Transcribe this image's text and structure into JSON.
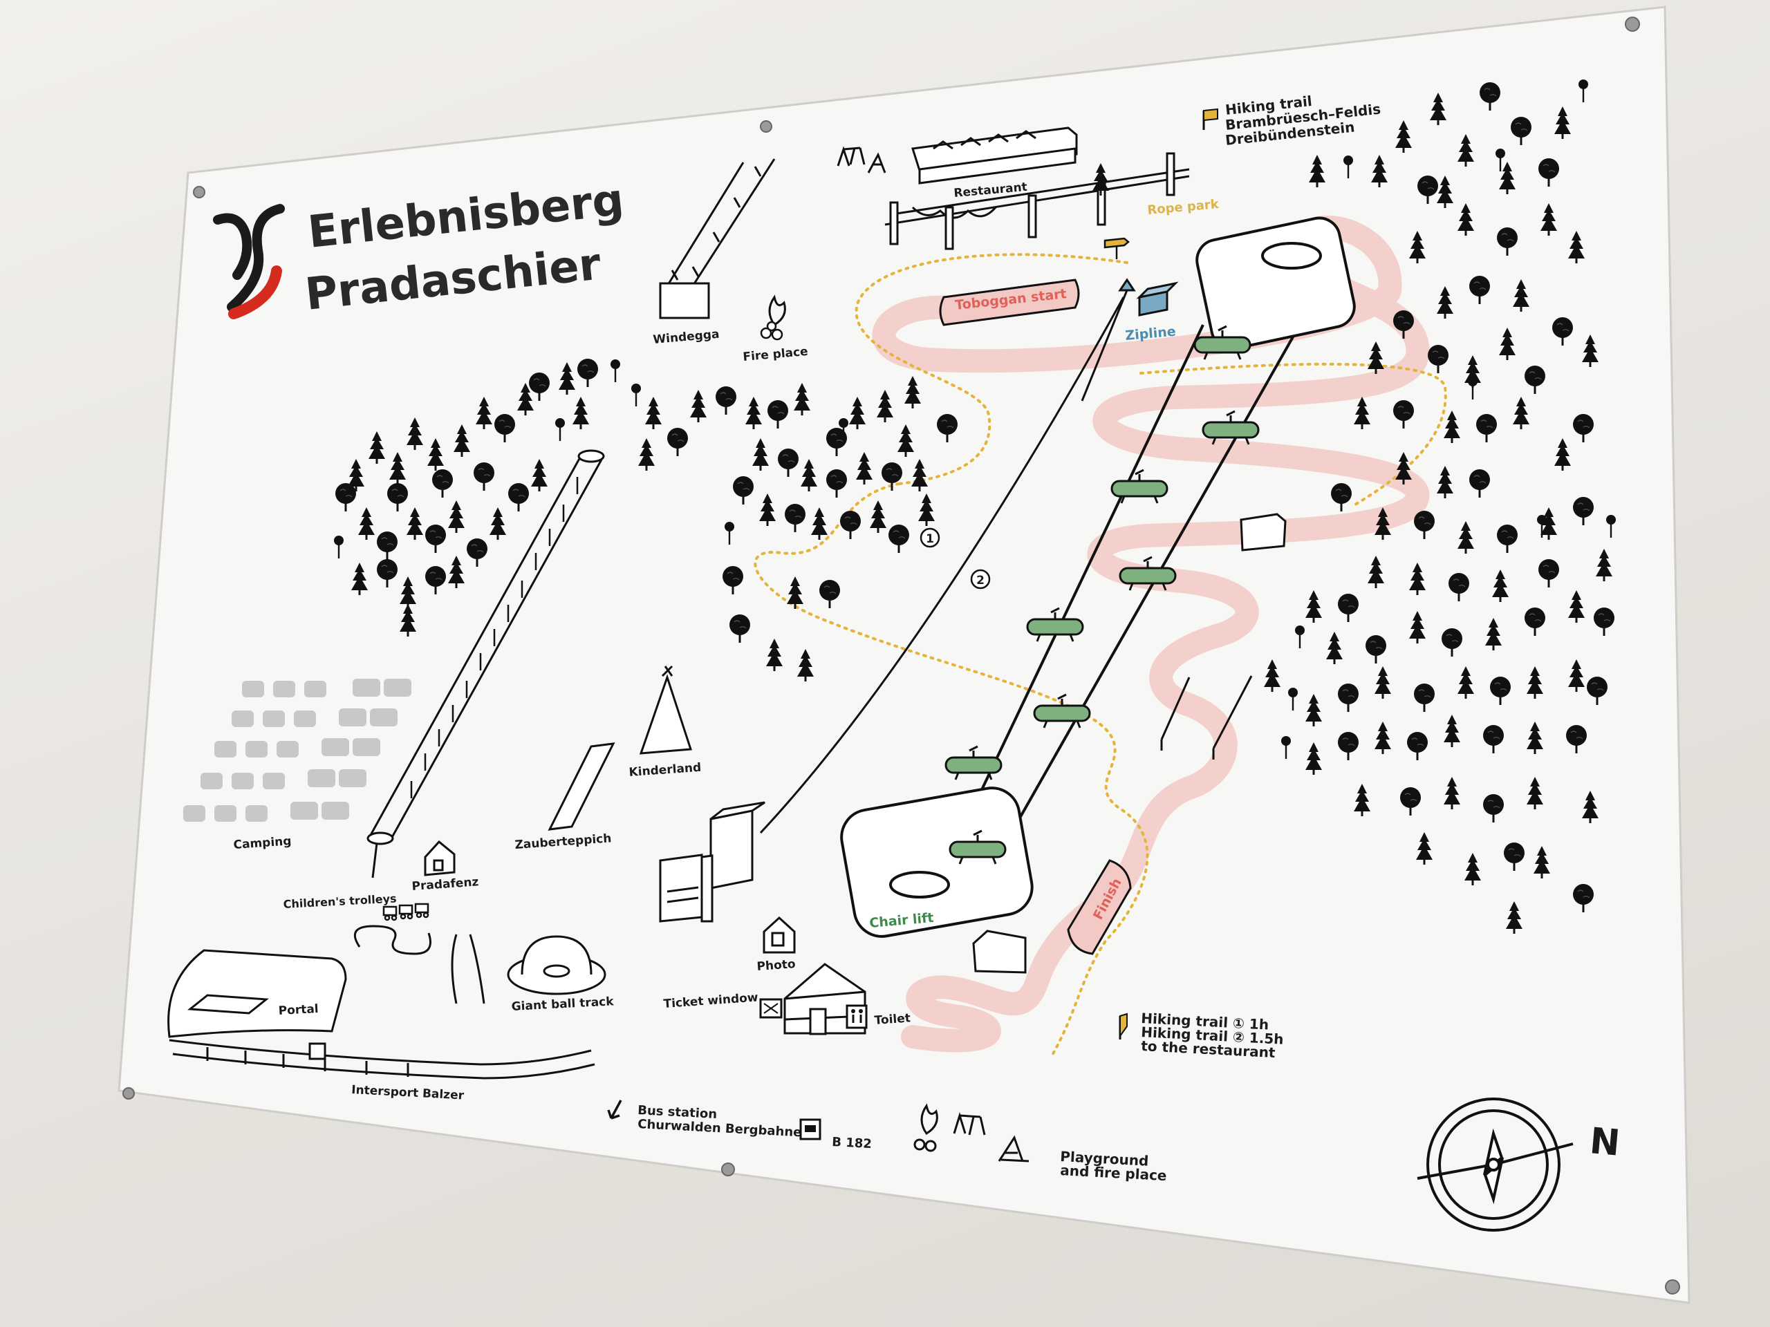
{
  "header": {
    "title_line1": "Erlebnisberg",
    "title_line2": "Pradaschier"
  },
  "top_legend": {
    "hiking_line1": "Hiking trail",
    "hiking_line2": "Brambrüesch–Feldis",
    "hiking_line3": "Dreibündenstein"
  },
  "places": {
    "windegga": "Windegga",
    "fire_place": "Fire place",
    "restaurant": "Restaurant",
    "rope_park": "Rope park",
    "toboggan_start": "Toboggan start",
    "zipline": "Zipline",
    "kinderland": "Kinderland",
    "camping": "Camping",
    "pradafenz": "Pradafenz",
    "zauberteppich": "Zauberteppich",
    "childrens_trolleys": "Children's trolleys",
    "giant_ball_track": "Giant ball track",
    "portal": "Portal",
    "intersport": "Intersport Balzer",
    "photo": "Photo",
    "ticket_window": "Ticket window",
    "toilet": "Toilet",
    "chair_lift": "Chair lift",
    "finish": "Finish",
    "trail_1": "1",
    "trail_2": "2"
  },
  "bottom_legend": {
    "hiking_1": "Hiking trail ① 1h",
    "hiking_2": "Hiking trail ② 1.5h",
    "hiking_3": "to the restaurant",
    "bus_line1": "Bus station",
    "bus_line2": "Churwalden Bergbahnen",
    "bus_road": "B 182",
    "playground_line1": "Playground",
    "playground_line2": "and fire place",
    "north": "N"
  },
  "colors": {
    "brand_red": "#d52b1e",
    "toboggan_pink": "#f2c9c4",
    "toboggan_label": "#e8837b",
    "chair_green": "#7fb07f",
    "zipline_blue": "#7aa9c4",
    "trail_yellow": "#e4b43a",
    "rope_park_text": "#d9b54a"
  }
}
